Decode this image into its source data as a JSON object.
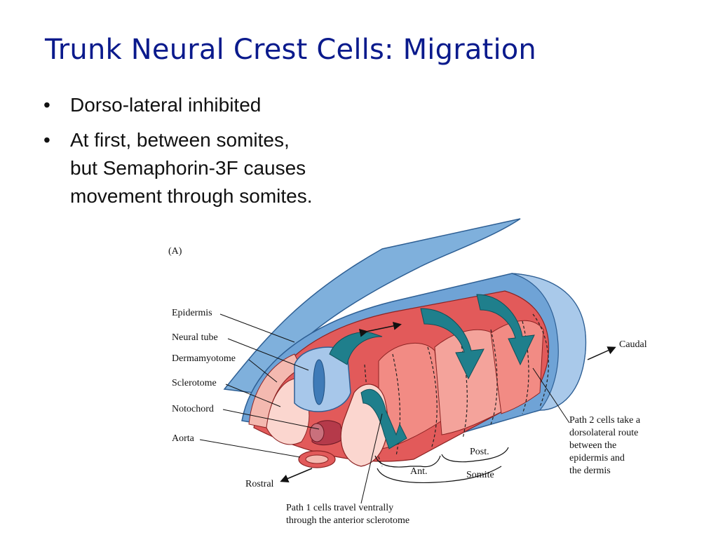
{
  "slide": {
    "title": "Trunk Neural Crest Cells: Migration",
    "bullets": [
      "Dorso-lateral inhibited",
      "At first, between somites,\nbut Semaphorin-3F causes\nmovement through somites."
    ],
    "bullet_glyph": "•"
  },
  "figure": {
    "panel_label": "(A)",
    "labels": {
      "epidermis": "Epidermis",
      "neural_tube": "Neural tube",
      "dermamyotome": "Dermamyotome",
      "sclerotome": "Sclerotome",
      "notochord": "Notochord",
      "aorta": "Aorta",
      "rostral": "Rostral",
      "caudal": "Caudal",
      "post": "Post.",
      "ant": "Ant.",
      "somite": "Somite",
      "path2": "Path 2 cells take a\ndorsolateral route\nbetween the\nepidermis and\nthe dermis",
      "path1": "Path 1 cells travel ventrally\nthrough the anterior sclerotome"
    },
    "colors": {
      "epidermis_blue": "#7fb0dc",
      "epidermis_dark": "#3f7bb8",
      "somite_red": "#e25a5a",
      "somite_light": "#f4b9b0",
      "teal_arrow": "#1f7f8c",
      "neural_tube": "#a7c7ea",
      "title_color": "#0a1a8c"
    }
  }
}
